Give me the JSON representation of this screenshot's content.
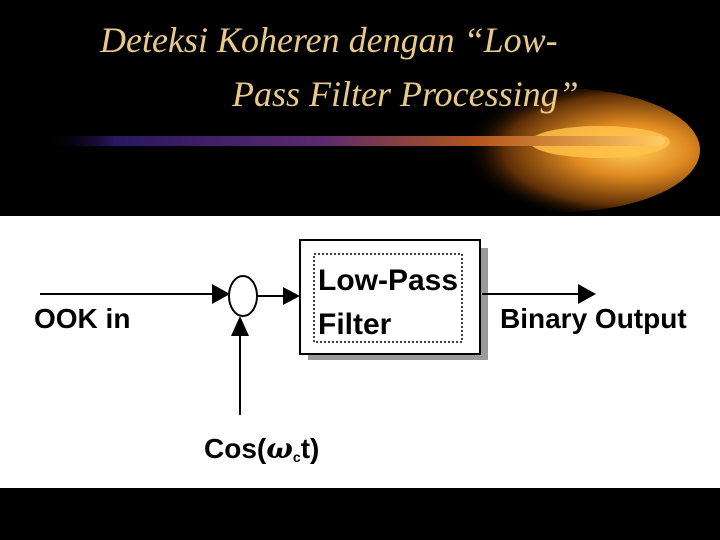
{
  "slide": {
    "title_line1": "Deteksi Koheren dengan “Low-",
    "title_line2": "Pass Filter Processing”"
  },
  "diagram": {
    "input_label": "OOK in",
    "filter_label_line1": "Low-Pass",
    "filter_label_line2": "Filter",
    "output_label": "Binary Output",
    "carrier_label_prefix": "Cos(",
    "carrier_label_omega": "ω",
    "carrier_label_sub": "c",
    "carrier_label_suffix": "t)"
  },
  "colors": {
    "background": "#000000",
    "title": "#e8c98a",
    "diagram_panel": "#ffffff",
    "swoosh_core": "#ffb733",
    "swoosh_mid": "#b36a12",
    "swoosh_left": "#3a1f78"
  }
}
